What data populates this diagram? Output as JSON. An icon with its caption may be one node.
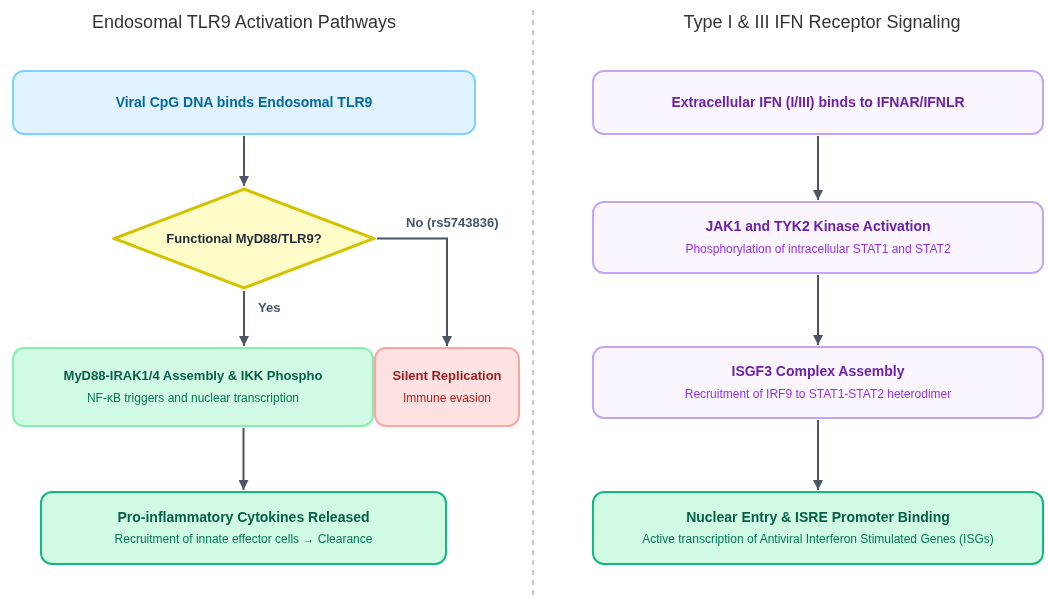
{
  "diagram": {
    "nodes": [
      {
        "text": [
          "Viral CpG DNA binds Endosomal TLR9"
        ]
      },
      {
        "text": [
          "Functional MyD88/TLR9?"
        ]
      },
      {
        "text": [
          "MyD88-IRAK1/4 Assembly & IKK Phospho",
          "NF-κB triggers and nuclear transcription"
        ]
      },
      {
        "text": [
          "Silent Replication",
          "Immune evasion"
        ]
      },
      {
        "text": [
          "Pro-inflammatory Cytokines Released",
          "Recruitment of innate effector cells → Clearance"
        ]
      },
      {
        "text": [
          "Extracellular IFN (I/III) binds to IFNAR/IFNLR"
        ]
      },
      {
        "text": [
          "JAK1 and TYK2 Kinase Activation",
          "Phosphorylation of intracellular STAT1 and STAT2"
        ]
      },
      {
        "text": [
          "ISGF3 Complex Assembly",
          "Recruitment of IRF9 to STAT1-STAT2 heterodimer"
        ]
      },
      {
        "text": [
          "Nuclear Entry & ISRE Promoter Binding",
          "Active transcription of Antiviral Interferon Stimulated Genes (ISGs)"
        ]
      }
    ],
    "edges": [
      {
        "from": 0,
        "to": 1,
        "arrow": "to"
      },
      {
        "from": 1,
        "to": 2,
        "arrow": "to",
        "label": "Yes"
      },
      {
        "from": 1,
        "to": 3,
        "arrow": "to",
        "label": "No (rs5743836)"
      },
      {
        "from": 2,
        "to": 4,
        "arrow": "to"
      },
      {
        "from": 5,
        "to": 6,
        "arrow": "to"
      },
      {
        "from": 6,
        "to": 7,
        "arrow": "to"
      },
      {
        "from": 7,
        "to": 8,
        "arrow": "to"
      }
    ],
    "labels": [
      "Endosomal TLR9 Activation Pathways",
      "Type I & III IFN Receptor Signaling"
    ]
  }
}
